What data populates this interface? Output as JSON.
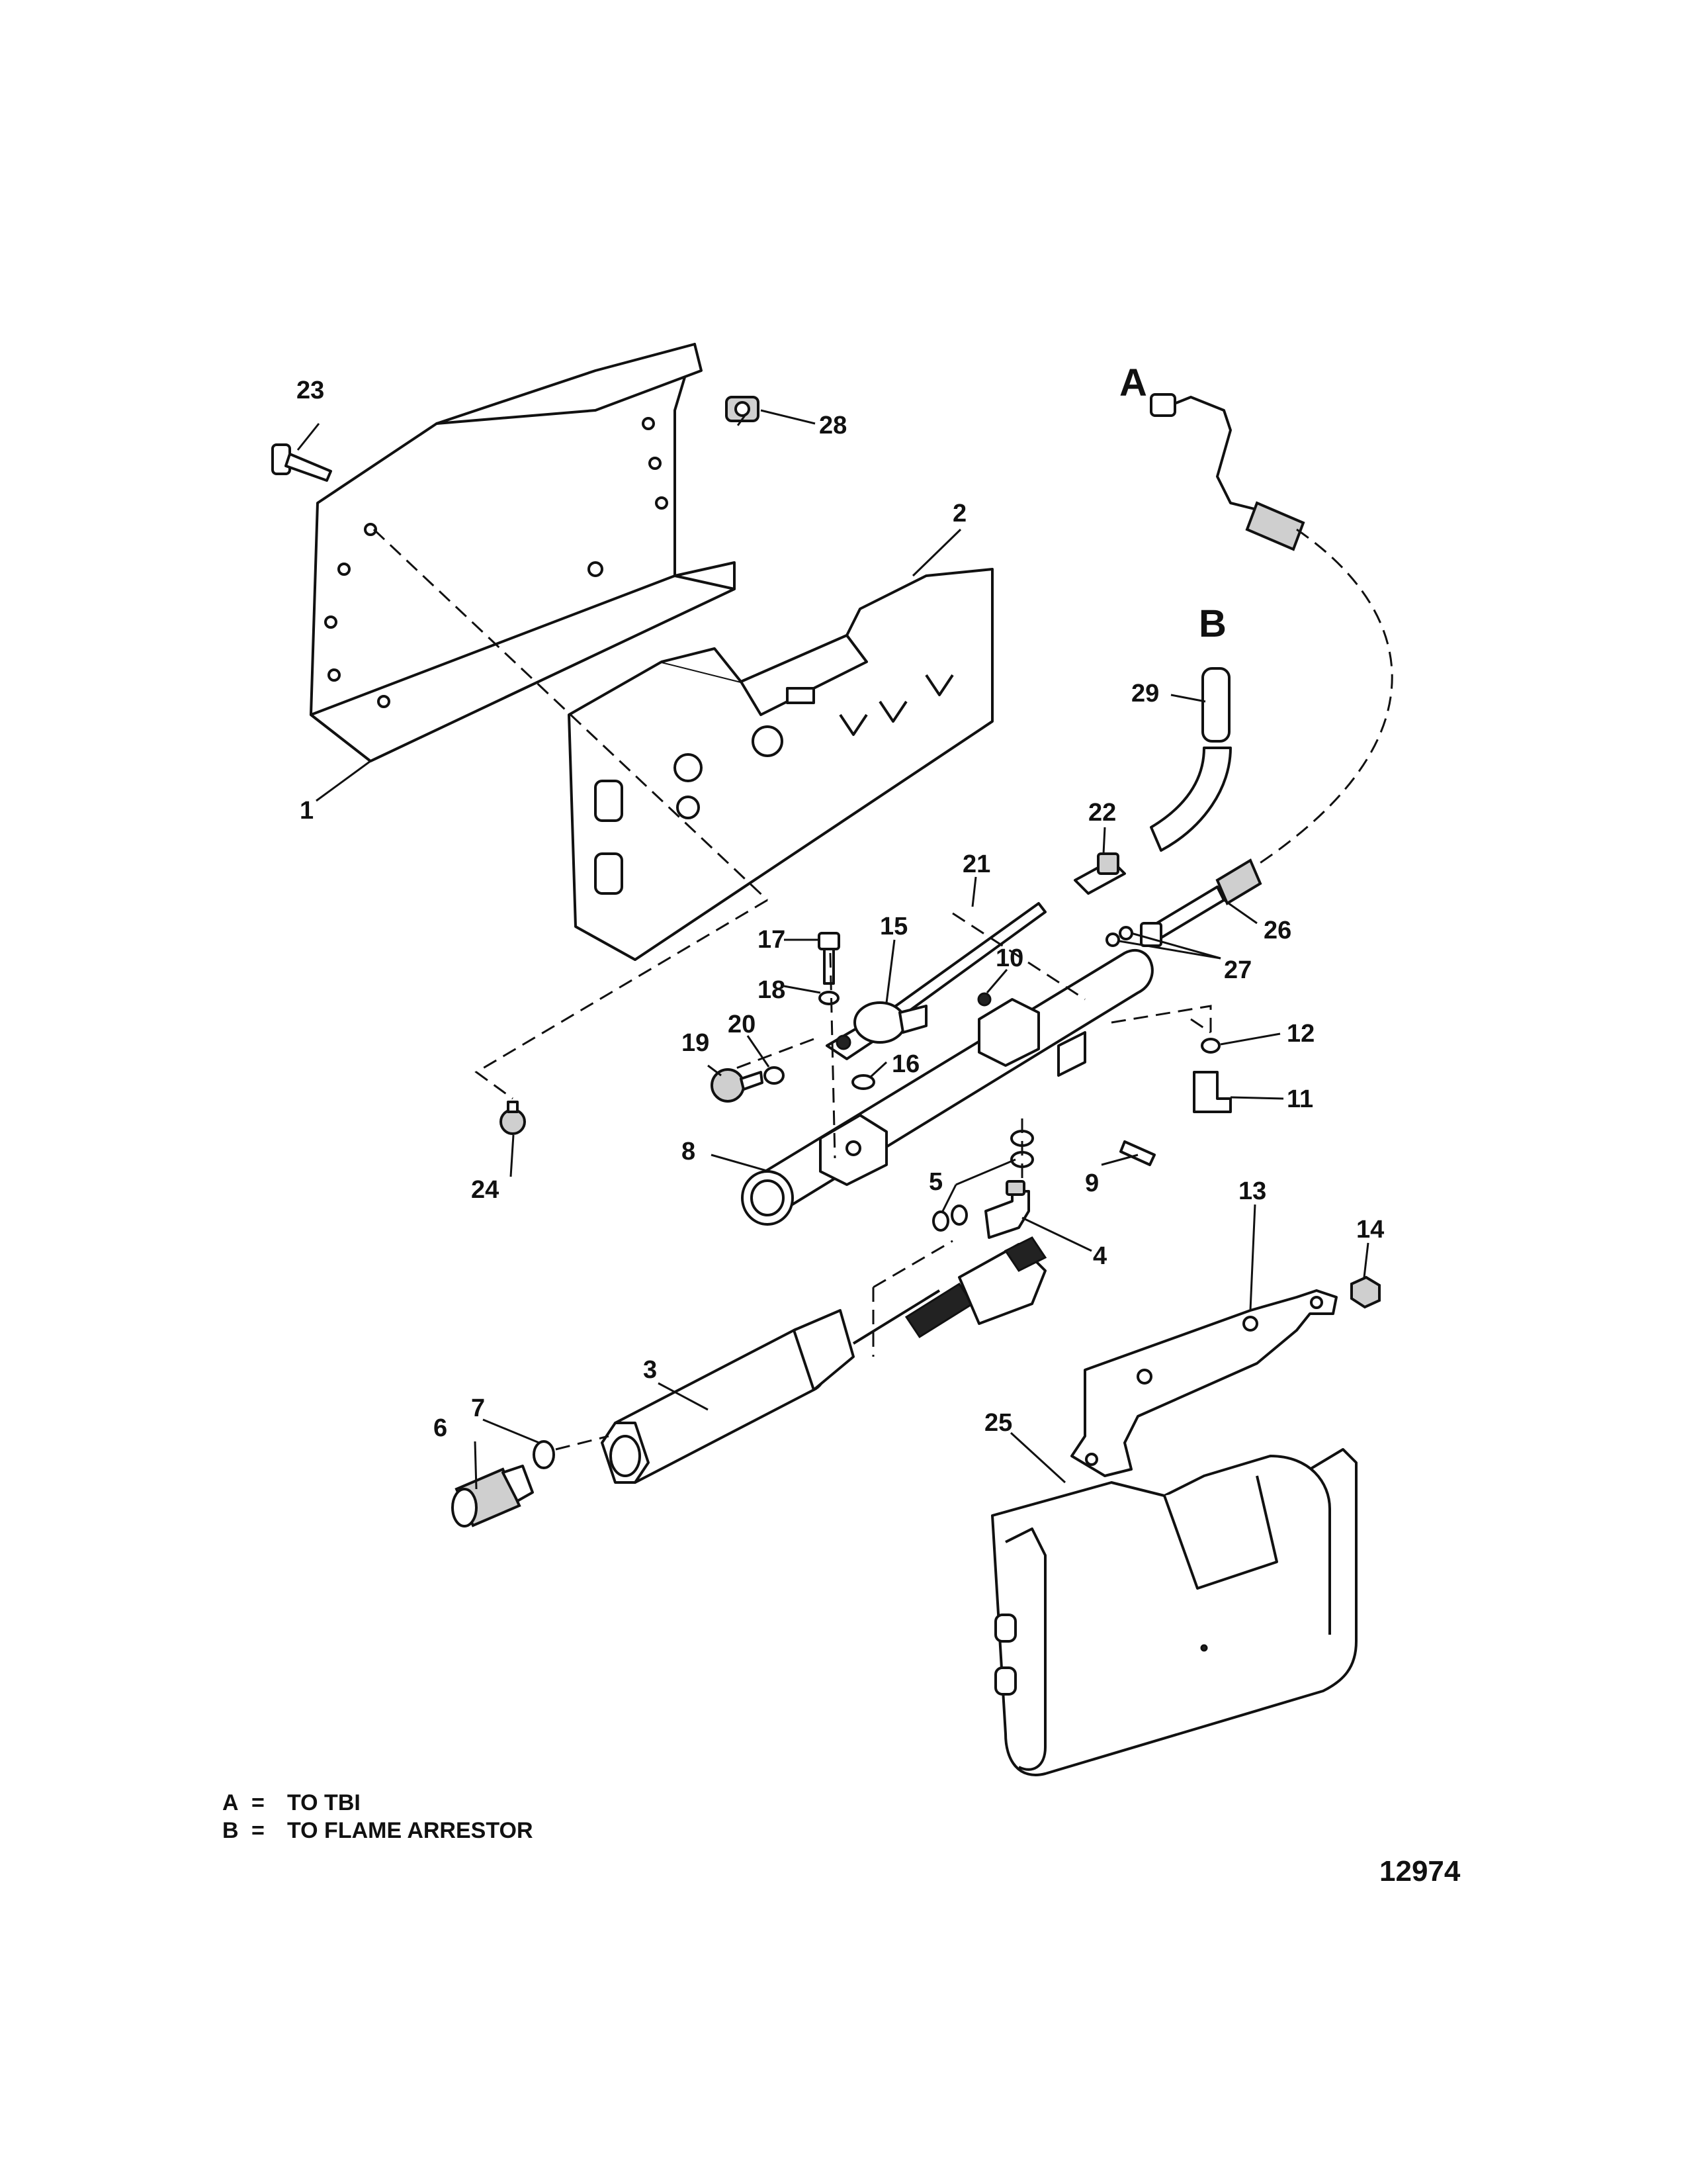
{
  "callouts": [
    {
      "id": "c1",
      "text": "1"
    },
    {
      "id": "c2",
      "text": "2"
    },
    {
      "id": "c3",
      "text": "3"
    },
    {
      "id": "c4",
      "text": "4"
    },
    {
      "id": "c5",
      "text": "5"
    },
    {
      "id": "c6",
      "text": "6"
    },
    {
      "id": "c7",
      "text": "7"
    },
    {
      "id": "c8",
      "text": "8"
    },
    {
      "id": "c9",
      "text": "9"
    },
    {
      "id": "c10",
      "text": "10"
    },
    {
      "id": "c11",
      "text": "11"
    },
    {
      "id": "c12",
      "text": "12"
    },
    {
      "id": "c13",
      "text": "13"
    },
    {
      "id": "c14",
      "text": "14"
    },
    {
      "id": "c15",
      "text": "15"
    },
    {
      "id": "c16",
      "text": "16"
    },
    {
      "id": "c17",
      "text": "17"
    },
    {
      "id": "c18",
      "text": "18"
    },
    {
      "id": "c19",
      "text": "19"
    },
    {
      "id": "c20",
      "text": "20"
    },
    {
      "id": "c21",
      "text": "21"
    },
    {
      "id": "c22",
      "text": "22"
    },
    {
      "id": "c23",
      "text": "23"
    },
    {
      "id": "c24",
      "text": "24"
    },
    {
      "id": "c25",
      "text": "25"
    },
    {
      "id": "c26",
      "text": "26"
    },
    {
      "id": "c27",
      "text": "27"
    },
    {
      "id": "c28",
      "text": "28"
    },
    {
      "id": "c29",
      "text": "29"
    }
  ],
  "markers": {
    "a": "A",
    "b": "B"
  },
  "legend": [
    {
      "key": "A",
      "sep": "=",
      "text": "TO TBI"
    },
    {
      "key": "B",
      "sep": "=",
      "text": "TO FLAME ARRESTOR"
    }
  ],
  "figure_number": "12974"
}
